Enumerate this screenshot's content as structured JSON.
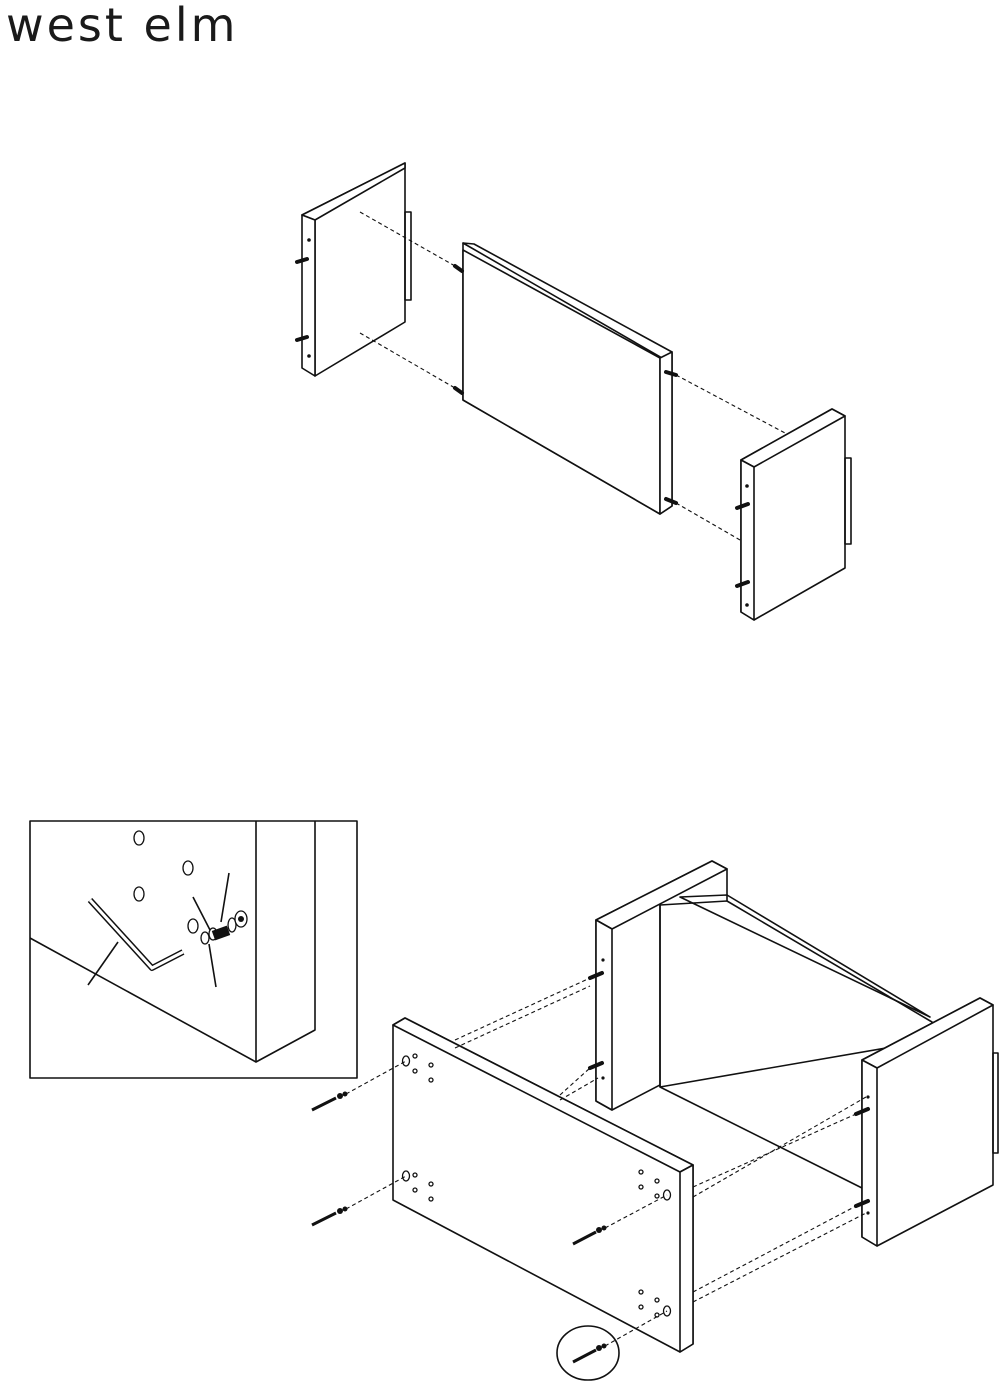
{
  "brand": {
    "logo_text": "west elm"
  },
  "steps": [
    {
      "id": "step-dowel-assembly"
    },
    {
      "id": "step-cam-bolt-assembly",
      "callout": "detail-inset"
    }
  ],
  "icons": [
    "hex-key-icon",
    "cam-bolt-icon",
    "dowel-icon"
  ]
}
